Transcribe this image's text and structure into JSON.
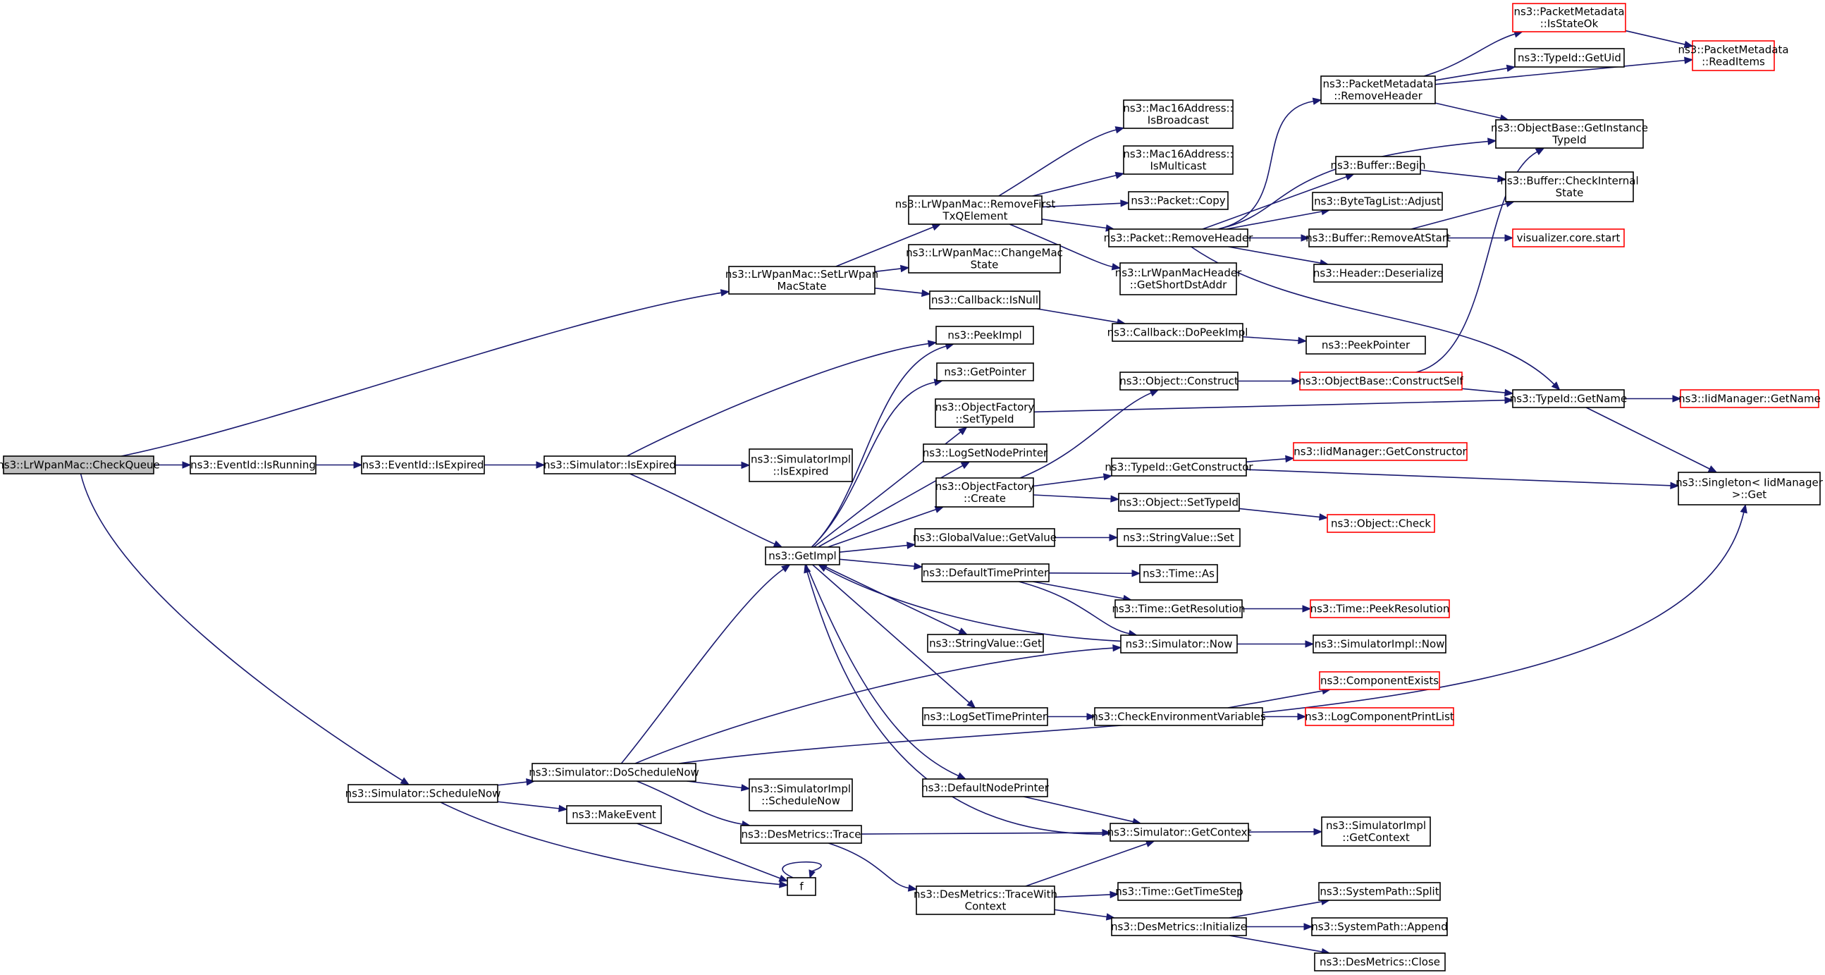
{
  "colors": {
    "edge": "#191970",
    "node_border": "#000000",
    "truncated_border": "#ff0000",
    "root_fill": "#bfbfbf",
    "node_fill": "#ffffff"
  },
  "nodes": [
    {
      "id": "checkqueue",
      "lines": [
        "ns3::LrWpanMac::CheckQueue"
      ],
      "style": "root"
    },
    {
      "id": "eventid-isrunning",
      "lines": [
        "ns3::EventId::IsRunning"
      ],
      "style": "normal"
    },
    {
      "id": "eventid-isexpired",
      "lines": [
        "ns3::EventId::IsExpired"
      ],
      "style": "normal"
    },
    {
      "id": "simulator-isexpired",
      "lines": [
        "ns3::Simulator::IsExpired"
      ],
      "style": "normal"
    },
    {
      "id": "simulatorimpl-isexpired",
      "lines": [
        "ns3::SimulatorImpl",
        "::IsExpired"
      ],
      "style": "normal"
    },
    {
      "id": "setlrwpanmacstate",
      "lines": [
        "ns3::LrWpanMac::SetLrWpan",
        "MacState"
      ],
      "style": "normal"
    },
    {
      "id": "removefirsttxqelement",
      "lines": [
        "ns3::LrWpanMac::RemoveFirst",
        "TxQElement"
      ],
      "style": "normal"
    },
    {
      "id": "changemacstate",
      "lines": [
        "ns3::LrWpanMac::ChangeMac",
        "State"
      ],
      "style": "normal"
    },
    {
      "id": "callback-isnull",
      "lines": [
        "ns3::Callback::IsNull"
      ],
      "style": "normal"
    },
    {
      "id": "callback-dopeekimpl",
      "lines": [
        "ns3::Callback::DoPeekImpl"
      ],
      "style": "normal"
    },
    {
      "id": "peekpointer",
      "lines": [
        "ns3::PeekPointer"
      ],
      "style": "normal"
    },
    {
      "id": "mac16-isbroadcast",
      "lines": [
        "ns3::Mac16Address::",
        "IsBroadcast"
      ],
      "style": "normal"
    },
    {
      "id": "mac16-ismulticast",
      "lines": [
        "ns3::Mac16Address::",
        "IsMulticast"
      ],
      "style": "normal"
    },
    {
      "id": "packet-copy",
      "lines": [
        "ns3::Packet::Copy"
      ],
      "style": "normal"
    },
    {
      "id": "packet-removeheader",
      "lines": [
        "ns3::Packet::RemoveHeader"
      ],
      "style": "normal"
    },
    {
      "id": "getshortdstaddr",
      "lines": [
        "ns3::LrWpanMacHeader",
        "::GetShortDstAddr"
      ],
      "style": "normal"
    },
    {
      "id": "pm-removeheader",
      "lines": [
        "ns3::PacketMetadata",
        "::RemoveHeader"
      ],
      "style": "normal"
    },
    {
      "id": "pm-isstateok",
      "lines": [
        "ns3::PacketMetadata",
        "::IsStateOk"
      ],
      "style": "red"
    },
    {
      "id": "typeid-getuid",
      "lines": [
        "ns3::TypeId::GetUid"
      ],
      "style": "normal"
    },
    {
      "id": "pm-readitems",
      "lines": [
        "ns3::PacketMetadata",
        "::ReadItems"
      ],
      "style": "red"
    },
    {
      "id": "objectbase-getinstancetypeid",
      "lines": [
        "ns3::ObjectBase::GetInstance",
        "TypeId"
      ],
      "style": "normal"
    },
    {
      "id": "buffer-begin",
      "lines": [
        "ns3::Buffer::Begin"
      ],
      "style": "normal"
    },
    {
      "id": "buffer-checkinternalstate",
      "lines": [
        "ns3::Buffer::CheckInternal",
        "State"
      ],
      "style": "normal"
    },
    {
      "id": "bytetaglist-adjust",
      "lines": [
        "ns3::ByteTagList::Adjust"
      ],
      "style": "normal"
    },
    {
      "id": "buffer-removeatstart",
      "lines": [
        "ns3::Buffer::RemoveAtStart"
      ],
      "style": "normal"
    },
    {
      "id": "visualizer-core-start",
      "lines": [
        "visualizer.core.start"
      ],
      "style": "red"
    },
    {
      "id": "header-deserialize",
      "lines": [
        "ns3::Header::Deserialize"
      ],
      "style": "normal"
    },
    {
      "id": "peekimpl",
      "lines": [
        "ns3::PeekImpl"
      ],
      "style": "normal"
    },
    {
      "id": "getpointer",
      "lines": [
        "ns3::GetPointer"
      ],
      "style": "normal"
    },
    {
      "id": "objectfactory-settypeid",
      "lines": [
        "ns3::ObjectFactory",
        "::SetTypeId"
      ],
      "style": "normal"
    },
    {
      "id": "logsetnodeprinter",
      "lines": [
        "ns3::LogSetNodePrinter"
      ],
      "style": "normal"
    },
    {
      "id": "objectfactory-create",
      "lines": [
        "ns3::ObjectFactory",
        "::Create"
      ],
      "style": "normal"
    },
    {
      "id": "globalvalue-getvalue",
      "lines": [
        "ns3::GlobalValue::GetValue"
      ],
      "style": "normal"
    },
    {
      "id": "getimpl",
      "lines": [
        "ns3::GetImpl"
      ],
      "style": "normal"
    },
    {
      "id": "defaulttimeprinter",
      "lines": [
        "ns3::DefaultTimePrinter"
      ],
      "style": "normal"
    },
    {
      "id": "stringvalue-get",
      "lines": [
        "ns3::StringValue::Get"
      ],
      "style": "normal"
    },
    {
      "id": "logsettimeprinter",
      "lines": [
        "ns3::LogSetTimePrinter"
      ],
      "style": "normal"
    },
    {
      "id": "defaultnodeprinter",
      "lines": [
        "ns3::DefaultNodePrinter"
      ],
      "style": "normal"
    },
    {
      "id": "object-construct",
      "lines": [
        "ns3::Object::Construct"
      ],
      "style": "normal"
    },
    {
      "id": "objectbase-constructself",
      "lines": [
        "ns3::ObjectBase::ConstructSelf"
      ],
      "style": "red"
    },
    {
      "id": "typeid-getname",
      "lines": [
        "ns3::TypeId::GetName"
      ],
      "style": "normal"
    },
    {
      "id": "iidmanager-getname",
      "lines": [
        "ns3::IidManager::GetName"
      ],
      "style": "red"
    },
    {
      "id": "typeid-getconstructor",
      "lines": [
        "ns3::TypeId::GetConstructor"
      ],
      "style": "normal"
    },
    {
      "id": "iidmanager-getconstructor",
      "lines": [
        "ns3::IidManager::GetConstructor"
      ],
      "style": "red"
    },
    {
      "id": "singleton-get",
      "lines": [
        "ns3::Singleton< IidManager",
        ">::Get"
      ],
      "style": "normal"
    },
    {
      "id": "object-settypeid",
      "lines": [
        "ns3::Object::SetTypeId"
      ],
      "style": "normal"
    },
    {
      "id": "object-check",
      "lines": [
        "ns3::Object::Check"
      ],
      "style": "red"
    },
    {
      "id": "stringvalue-set",
      "lines": [
        "ns3::StringValue::Set"
      ],
      "style": "normal"
    },
    {
      "id": "time-as",
      "lines": [
        "ns3::Time::As"
      ],
      "style": "normal"
    },
    {
      "id": "time-getresolution",
      "lines": [
        "ns3::Time::GetResolution"
      ],
      "style": "normal"
    },
    {
      "id": "time-peekresolution",
      "lines": [
        "ns3::Time::PeekResolution"
      ],
      "style": "red"
    },
    {
      "id": "simulator-now",
      "lines": [
        "ns3::Simulator::Now"
      ],
      "style": "normal"
    },
    {
      "id": "simulatorimpl-now",
      "lines": [
        "ns3::SimulatorImpl::Now"
      ],
      "style": "normal"
    },
    {
      "id": "checkenvvars",
      "lines": [
        "ns3::CheckEnvironmentVariables"
      ],
      "style": "normal"
    },
    {
      "id": "componentexists",
      "lines": [
        "ns3::ComponentExists"
      ],
      "style": "red"
    },
    {
      "id": "logcomponentprintlist",
      "lines": [
        "ns3::LogComponentPrintList"
      ],
      "style": "red"
    },
    {
      "id": "simulator-schedulenow",
      "lines": [
        "ns3::Simulator::ScheduleNow"
      ],
      "style": "normal"
    },
    {
      "id": "simulator-doschedulenow",
      "lines": [
        "ns3::Simulator::DoScheduleNow"
      ],
      "style": "normal"
    },
    {
      "id": "simulatorimpl-schedulenow",
      "lines": [
        "ns3::SimulatorImpl",
        "::ScheduleNow"
      ],
      "style": "normal"
    },
    {
      "id": "makeevent",
      "lines": [
        "ns3::MakeEvent"
      ],
      "style": "normal"
    },
    {
      "id": "desmetrics-trace",
      "lines": [
        "ns3::DesMetrics::Trace"
      ],
      "style": "normal"
    },
    {
      "id": "f",
      "lines": [
        "f"
      ],
      "style": "normal"
    },
    {
      "id": "simulator-getcontext",
      "lines": [
        "ns3::Simulator::GetContext"
      ],
      "style": "normal"
    },
    {
      "id": "simulatorimpl-getcontext",
      "lines": [
        "ns3::SimulatorImpl",
        "::GetContext"
      ],
      "style": "normal"
    },
    {
      "id": "desmetrics-tracewithcontext",
      "lines": [
        "ns3::DesMetrics::TraceWith",
        "Context"
      ],
      "style": "normal"
    },
    {
      "id": "time-gettimestep",
      "lines": [
        "ns3::Time::GetTimeStep"
      ],
      "style": "normal"
    },
    {
      "id": "desmetrics-initialize",
      "lines": [
        "ns3::DesMetrics::Initialize"
      ],
      "style": "normal"
    },
    {
      "id": "systempath-split",
      "lines": [
        "ns3::SystemPath::Split"
      ],
      "style": "normal"
    },
    {
      "id": "systempath-append",
      "lines": [
        "ns3::SystemPath::Append"
      ],
      "style": "normal"
    },
    {
      "id": "desmetrics-close",
      "lines": [
        "ns3::DesMetrics::Close"
      ],
      "style": "normal"
    }
  ]
}
